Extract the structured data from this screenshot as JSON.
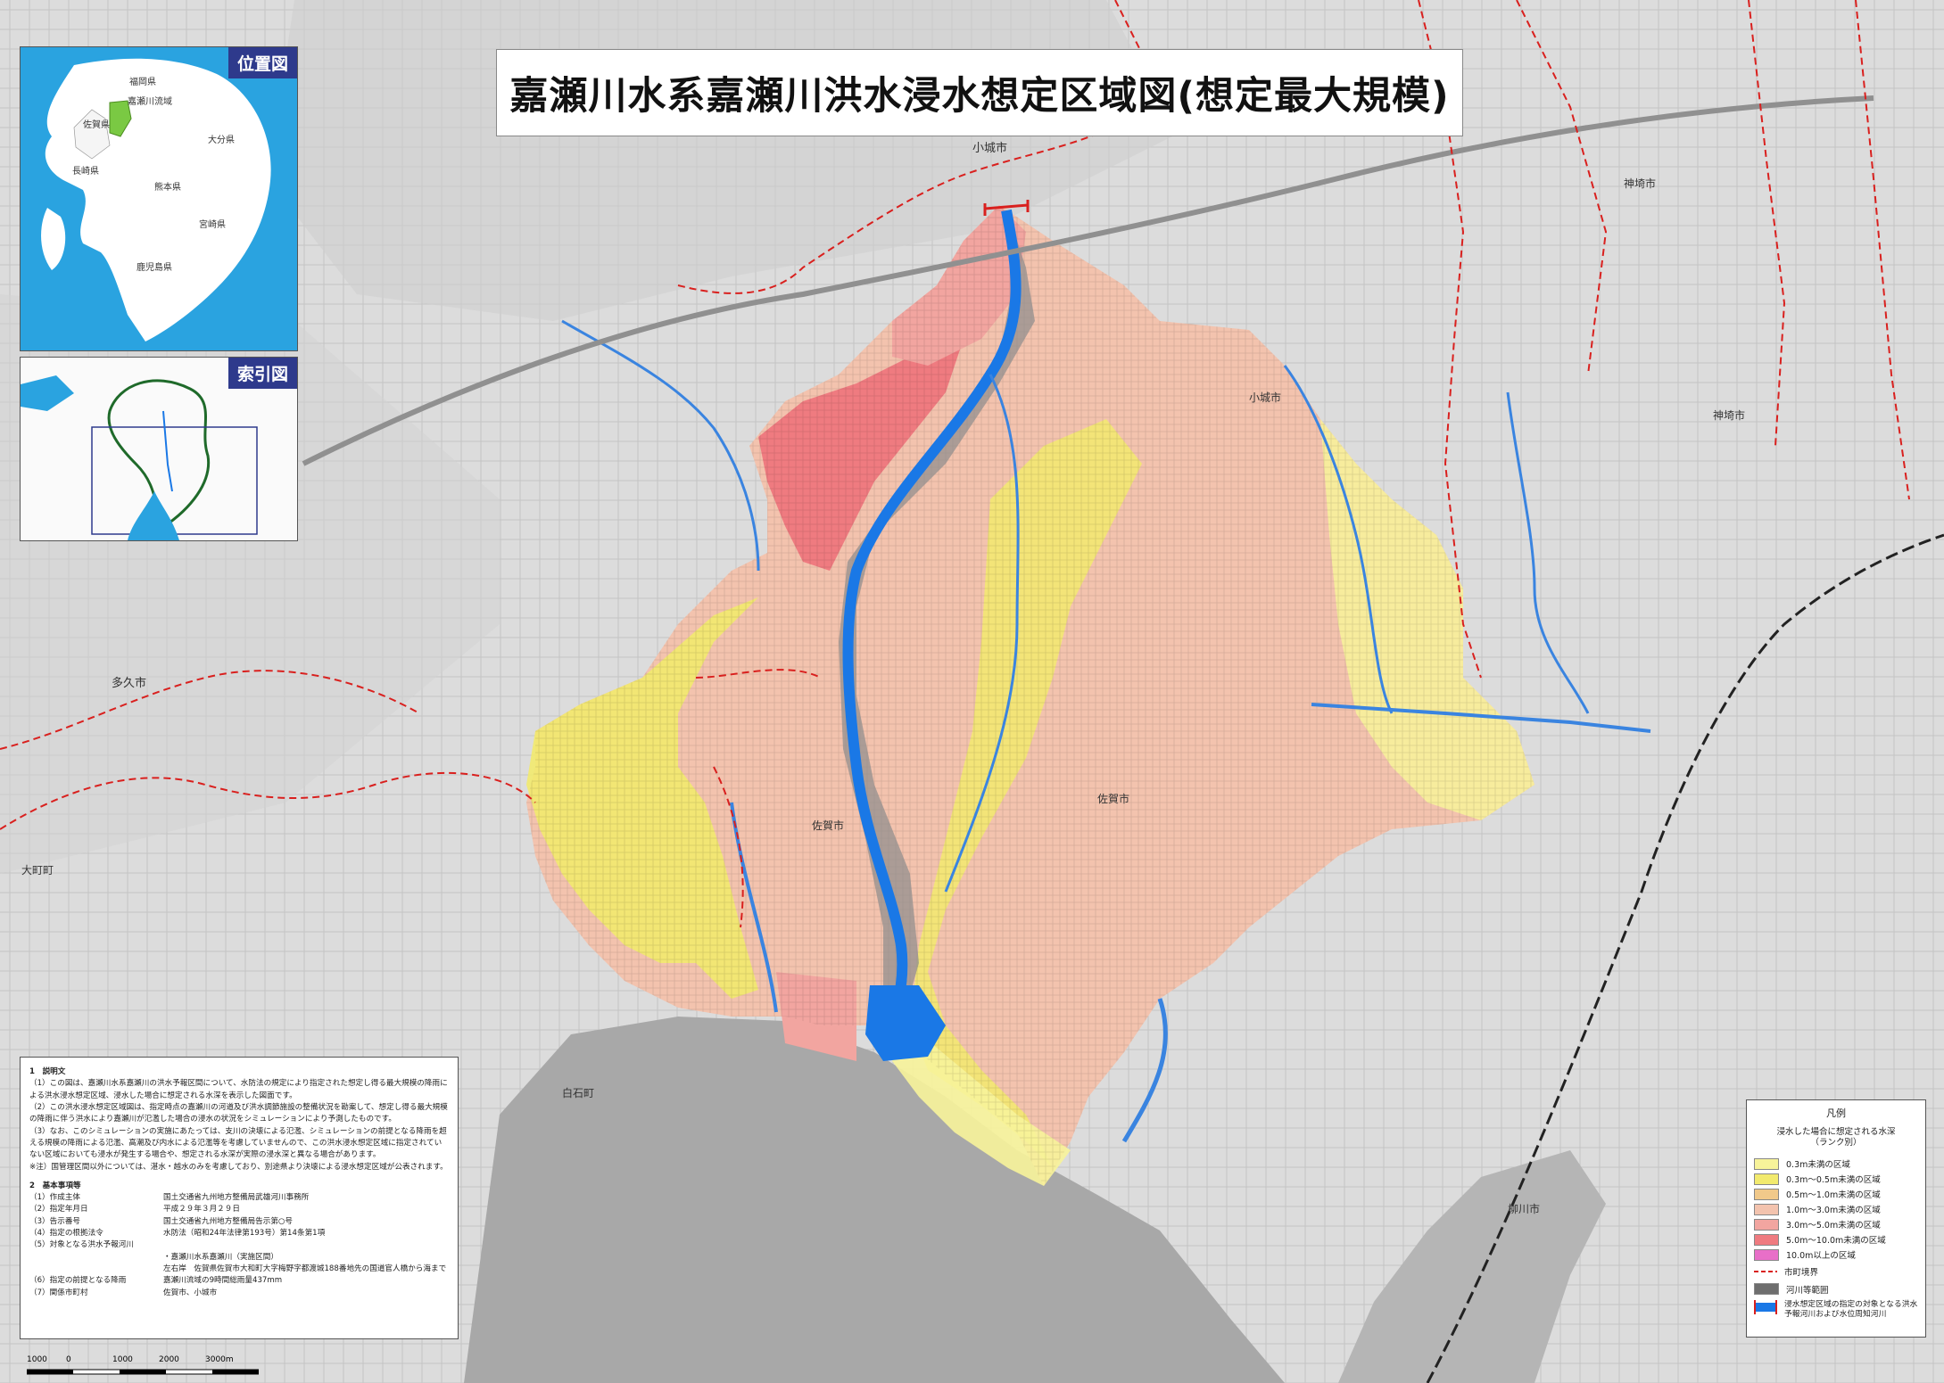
{
  "title": "嘉瀬川水系嘉瀬川洪水浸水想定区域図(想定最大規模)",
  "location_inset": {
    "header": "位置図",
    "labels": {
      "fukuoka": "福岡県",
      "kase_basin": "嘉瀬川流域",
      "saga": "佐賀県",
      "oita": "大分県",
      "nagasaki": "長崎県",
      "kumamoto": "熊本県",
      "miyazaki": "宮崎県",
      "kagoshima": "鹿児島県"
    }
  },
  "index_inset": {
    "header": "索引図"
  },
  "map_labels": {
    "ogi": "小城市",
    "taku": "多久市",
    "kanzaki": "神埼市",
    "kanzaki2": "神埼市",
    "shiroishi": "白石町",
    "ogi2": "小城市",
    "yanagawa": "柳川市",
    "saga": "佐賀市",
    "saga2": "佐賀市",
    "omachi": "大町町"
  },
  "notes": {
    "sec1_title": "1　説明文",
    "p1": "（1）この図は、嘉瀬川水系嘉瀬川の洪水予報区間について、水防法の規定により指定された想定し得る最大規模の降雨による洪水浸水想定区域、浸水した場合に想定される水深を表示した図面です。",
    "p2": "（2）この洪水浸水想定区域図は、指定時点の嘉瀬川の河道及び洪水調節施設の整備状況を勘案して、想定し得る最大規模の降雨に伴う洪水により嘉瀬川が氾濫した場合の浸水の状況をシミュレーションにより予測したものです。",
    "p3": "（3）なお、このシミュレーションの実施にあたっては、支川の決壊による氾濫、シミュレーションの前提となる降雨を超える規模の降雨による氾濫、高潮及び内水による氾濫等を考慮していませんので、この洪水浸水想定区域に指定されていない区域においても浸水が発生する場合や、想定される水深が実際の浸水深と異なる場合があります。",
    "p4": "※注）国管理区間以外については、湛水・越水のみを考慮しており、別途県より決壊による浸水想定区域が公表されます。",
    "sec2_title": "2　基本事項等",
    "items": [
      {
        "k": "（1）作成主体",
        "v": "国土交通省九州地方整備局武雄河川事務所"
      },
      {
        "k": "（2）指定年月日",
        "v": "平成２９年３月２９日"
      },
      {
        "k": "（3）告示番号",
        "v": "国土交通省九州地方整備局告示第○号"
      },
      {
        "k": "（4）指定の根拠法令",
        "v": "水防法（昭和24年法律第193号）第14条第1項"
      },
      {
        "k": "（5）対象となる洪水予報河川",
        "v": ""
      },
      {
        "k": "",
        "v": "・嘉瀬川水系嘉瀬川（実施区間）"
      },
      {
        "k": "",
        "v": "左右岸　佐賀県佐賀市大和町大字梅野字都渡城188番地先の国道官人橋から海まで"
      },
      {
        "k": "（6）指定の前提となる降雨",
        "v": "嘉瀬川流域の9時間総雨量437mm"
      },
      {
        "k": "（7）関係市町村",
        "v": "佐賀市、小城市"
      }
    ]
  },
  "legend": {
    "title": "凡例",
    "subtitle": "浸水した場合に想定される水深\n（ランク別）",
    "items": [
      {
        "label": "0.3m未満の区域",
        "color": "#f7f39a"
      },
      {
        "label": "0.3m～0.5m未満の区域",
        "color": "#f2ea6e"
      },
      {
        "label": "0.5m～1.0m未満の区域",
        "color": "#f1c98a"
      },
      {
        "label": "1.0m～3.0m未満の区域",
        "color": "#f3c3ae"
      },
      {
        "label": "3.0m～5.0m未満の区域",
        "color": "#f2a5a0"
      },
      {
        "label": "5.0m～10.0m未満の区域",
        "color": "#ef7b80"
      },
      {
        "label": "10.0m以上の区域",
        "color": "#e86fc8"
      }
    ],
    "boundary": "市町境界",
    "river_area": "河川等範囲",
    "target_river": "浸水想定区域の指定の対象となる洪水予報河川および水位周知河川"
  },
  "scale": {
    "labels": [
      "1000",
      "0",
      "1000",
      "2000",
      "3000m"
    ]
  },
  "colors": {
    "river": "#1a78e6",
    "boundary": "#d9201e",
    "sea": "#a9a9a9",
    "land": "#dedede"
  }
}
